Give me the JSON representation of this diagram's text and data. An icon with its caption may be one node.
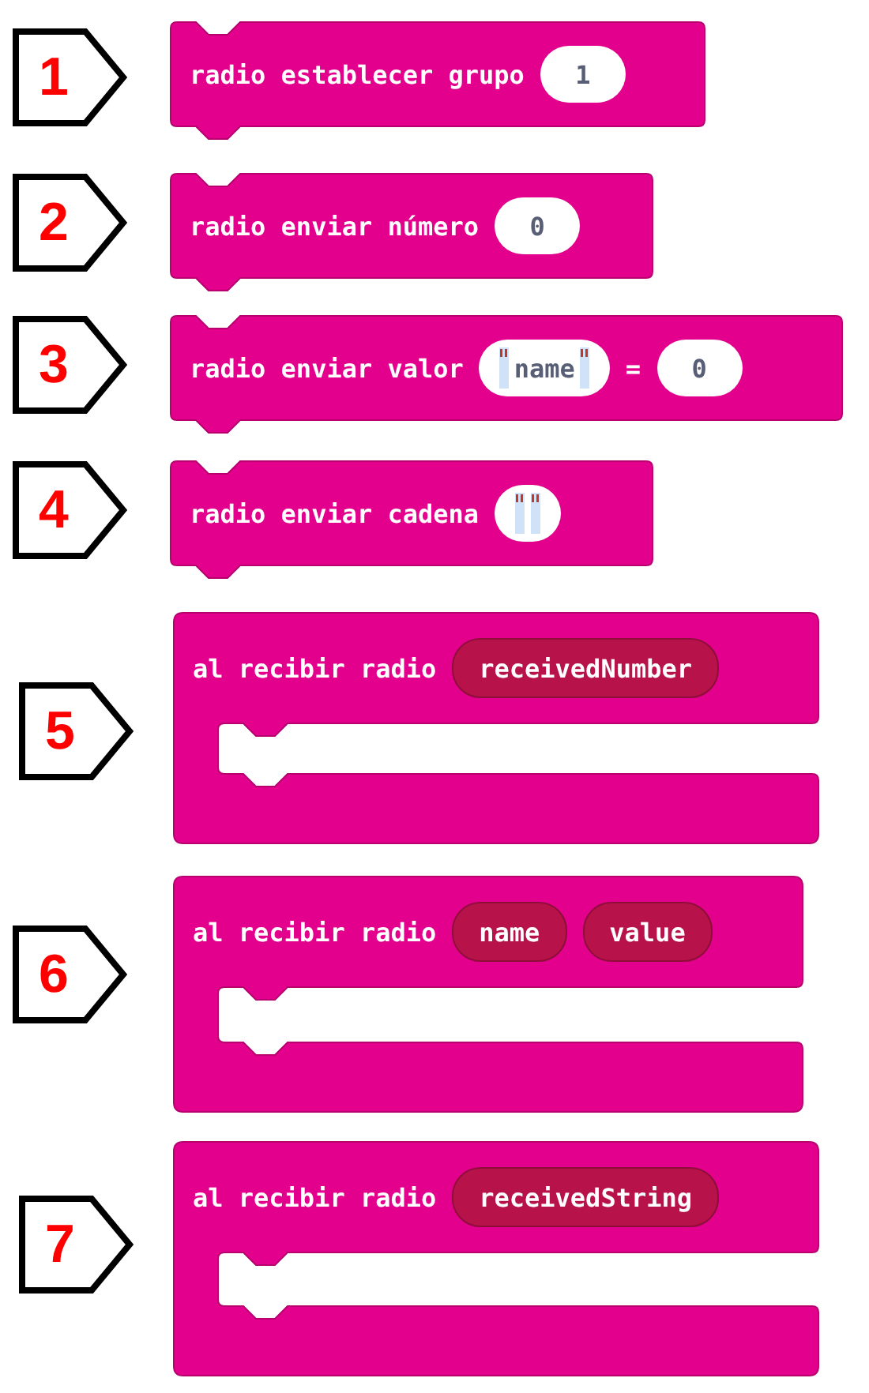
{
  "diagram": {
    "nodes": [
      {
        "text": [
          "1"
        ]
      },
      {
        "text": [
          "radio establecer grupo"
        ]
      },
      {
        "text": [
          "1"
        ],
        "in": 1
      },
      {
        "text": [
          "2"
        ]
      },
      {
        "text": [
          "radio enviar número"
        ]
      },
      {
        "text": [
          "0"
        ],
        "in": 4
      },
      {
        "text": [
          "3"
        ]
      },
      {
        "text": [
          "radio enviar valor",
          "="
        ]
      },
      {
        "text": [
          "name"
        ],
        "in": 7
      },
      {
        "text": [
          "0"
        ],
        "in": 7
      },
      {
        "text": [
          "4"
        ]
      },
      {
        "text": [
          "radio enviar cadena"
        ]
      },
      {
        "text": [],
        "shape": "box",
        "in": 11
      },
      {
        "text": [
          "5"
        ]
      },
      {
        "text": [
          "al recibir radio"
        ]
      },
      {
        "text": [
          "receivedNumber"
        ],
        "in": 14
      },
      {
        "text": [
          "6"
        ]
      },
      {
        "text": [
          "al recibir radio"
        ]
      },
      {
        "text": [
          "name"
        ],
        "in": 17
      },
      {
        "text": [
          "value"
        ],
        "in": 17
      },
      {
        "text": [
          "7"
        ]
      },
      {
        "text": [
          "al recibir radio"
        ]
      },
      {
        "text": [
          "receivedString"
        ],
        "in": 21
      }
    ],
    "edges": []
  }
}
